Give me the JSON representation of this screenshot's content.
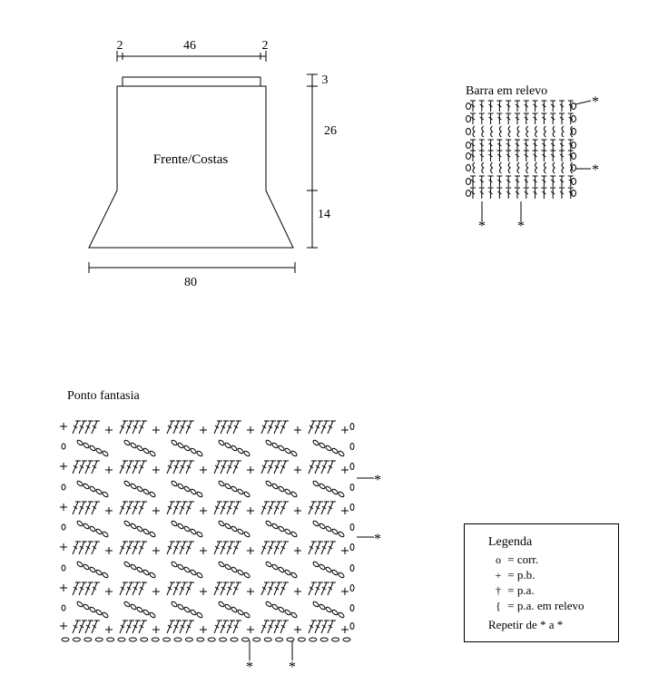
{
  "schematic": {
    "label": "Frente/Costas",
    "top_dims": [
      "2",
      "46",
      "2"
    ],
    "right_dims": [
      "3",
      "26",
      "14"
    ],
    "bottom_dim": "80"
  },
  "barra": {
    "title": "Barra em relevo",
    "marker": "*"
  },
  "ponto": {
    "title": "Ponto fantasia",
    "marker": "*"
  },
  "legend": {
    "title": "Legenda",
    "items": [
      {
        "symbol": "o",
        "text": "= corr."
      },
      {
        "symbol": "+",
        "text": "= p.b."
      },
      {
        "symbol": "†",
        "text": "= p.a."
      },
      {
        "symbol": "{",
        "text": "= p.a. em relevo"
      }
    ],
    "repeat": "Repetir de * a *"
  }
}
